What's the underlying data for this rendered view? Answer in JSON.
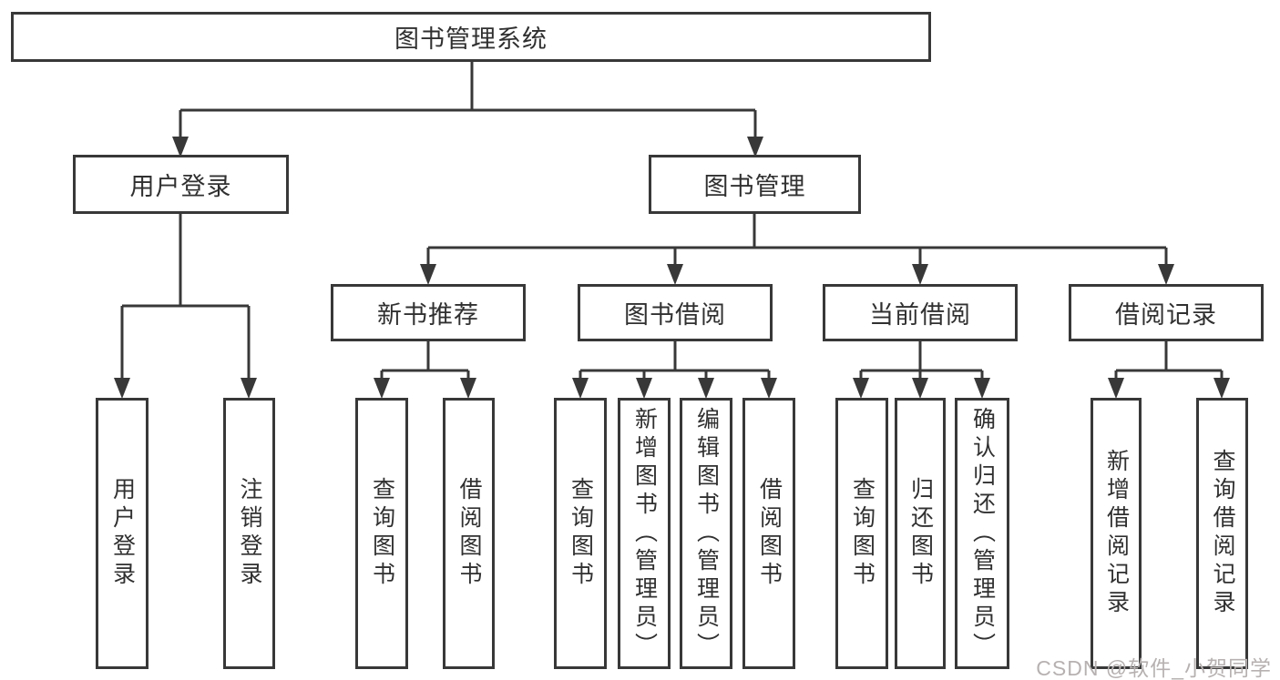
{
  "tree": {
    "root": {
      "label": "图书管理系统"
    },
    "level1": [
      {
        "label": "用户登录"
      },
      {
        "label": "图书管理"
      }
    ],
    "level2": [
      {
        "label": "新书推荐"
      },
      {
        "label": "图书借阅"
      },
      {
        "label": "当前借阅"
      },
      {
        "label": "借阅记录"
      }
    ],
    "leaves": {
      "user_login": [
        "用户登录",
        "注销登录"
      ],
      "new_book": [
        "查询图书",
        "借阅图书"
      ],
      "book_borrow": [
        "查询图书",
        "新增图书（管理员）",
        "编辑图书（管理员）",
        "借阅图书"
      ],
      "current_borrow": [
        "查询图书",
        "归还图书",
        "确认归还（管理员）"
      ],
      "borrow_records": [
        "新增借阅记录",
        "查询借阅记录"
      ]
    }
  },
  "watermark": {
    "text": "CSDN @软件_小贺同学"
  },
  "colors": {
    "line": "#383838",
    "text": "#303030",
    "watermark": "#b7b1b1",
    "background": "#ffffff"
  }
}
